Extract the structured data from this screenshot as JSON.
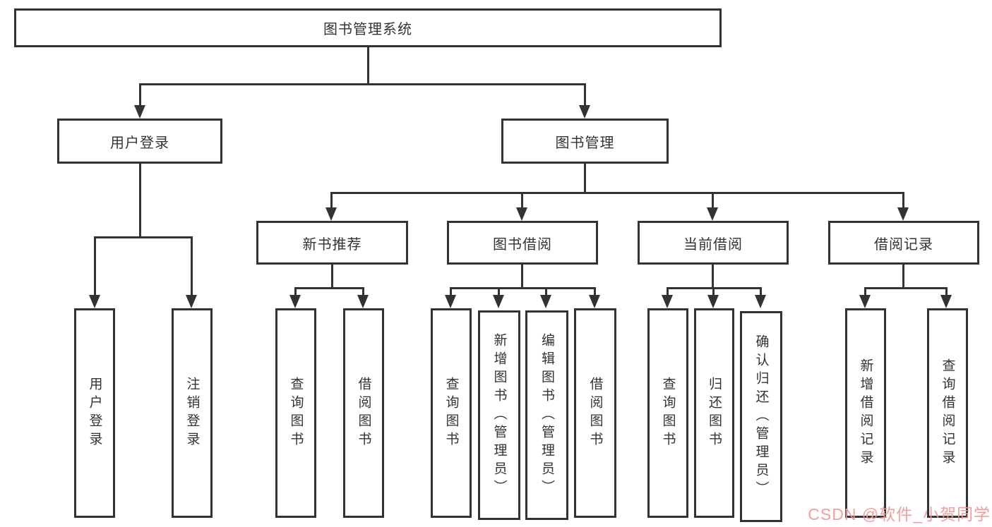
{
  "title": "图书管理系统",
  "nodes": {
    "root": "图书管理系统",
    "user_login": "用户登录",
    "book_management": "图书管理",
    "new_book_recommend": "新书推荐",
    "book_borrow": "图书借阅",
    "current_borrow": "当前借阅",
    "borrow_record": "借阅记录",
    "leaf_user_login": "用户登录",
    "leaf_logout": "注销登录",
    "nb_query_book": "查询图书",
    "nb_borrow_book": "借阅图书",
    "bb_query_book": "查询图书",
    "bb_add_book": "新增图书（管理员）",
    "bb_edit_book": "编辑图书（管理员）",
    "bb_borrow_book": "借阅图书",
    "cb_query_book": "查询图书",
    "cb_return_book": "归还图书",
    "cb_confirm_return": "确认归还（管理员）",
    "br_add_record": "新增借阅记录",
    "br_query_record": "查询借阅记录"
  },
  "watermark": "CSDN @软件_小贺同学",
  "colors": {
    "line": "#333333",
    "text": "#333333",
    "background": "#ffffff",
    "watermark": "#f29696"
  }
}
